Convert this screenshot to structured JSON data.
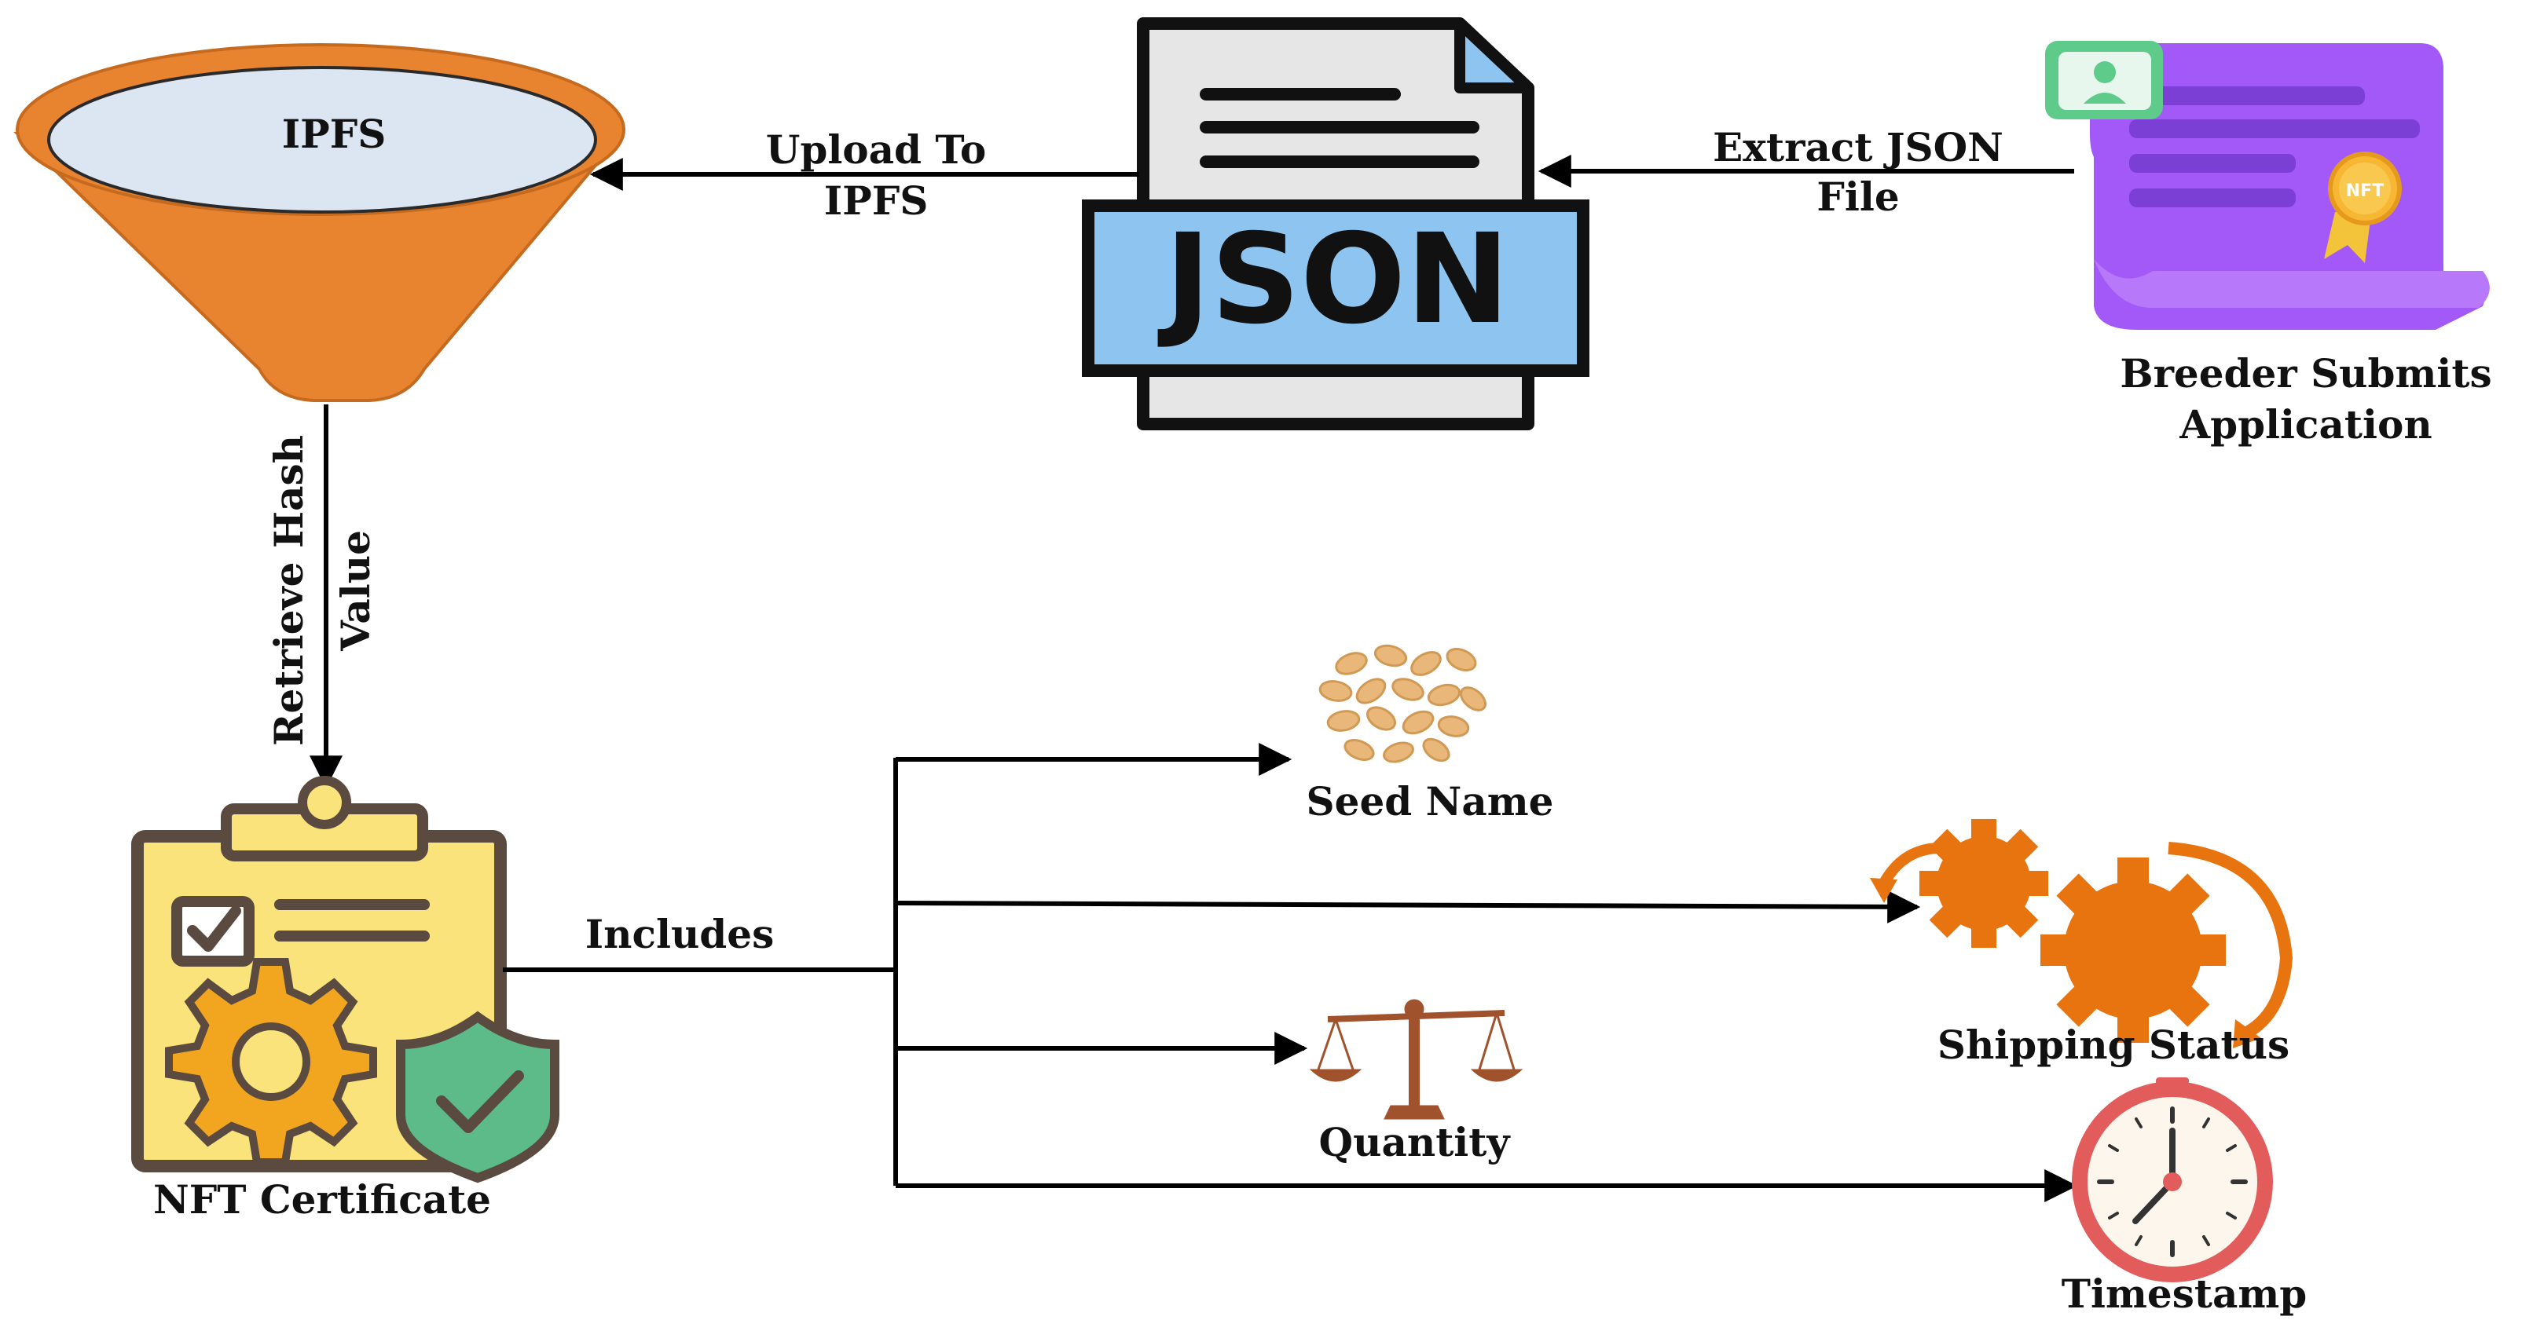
{
  "nodes": {
    "ipfs": {
      "label": "IPFS"
    },
    "json_file": {
      "label": "JSON"
    },
    "application": {
      "label_line1": "Breeder Submits",
      "label_line2": "Application",
      "badge": "NFT"
    },
    "nft_certificate": {
      "label": "NFT Certificate"
    },
    "seed_name": {
      "label": "Seed Name"
    },
    "shipping_status": {
      "label": "Shipping Status"
    },
    "quantity": {
      "label": "Quantity"
    },
    "timestamp": {
      "label": "Timestamp"
    }
  },
  "edges": {
    "extract_json": {
      "line1": "Extract JSON",
      "line2": "File"
    },
    "upload_ipfs": {
      "line1": "Upload To",
      "line2": "IPFS"
    },
    "retrieve_hash": {
      "line1": "Retrieve Hash",
      "line2": "Value"
    },
    "includes": {
      "label": "Includes"
    }
  },
  "colors": {
    "funnel": "#E8832F",
    "funnel_top": "#DCE6F2",
    "json_band": "#8EC5F0",
    "json_page": "#E6E6E6",
    "application_purple": "#A259F7",
    "clipboard": "#F9E37A",
    "gear": "#F2A51F",
    "shield": "#5DBB8A",
    "shipping_gear": "#E8740F",
    "clock_rim": "#E25C5C",
    "scale": "#A0522D",
    "seed": "#E9B77A"
  },
  "icons": [
    "funnel-icon",
    "json-file-icon",
    "application-document-icon",
    "clipboard-certificate-icon",
    "seeds-icon",
    "gears-icon",
    "scale-icon",
    "clock-icon"
  ]
}
